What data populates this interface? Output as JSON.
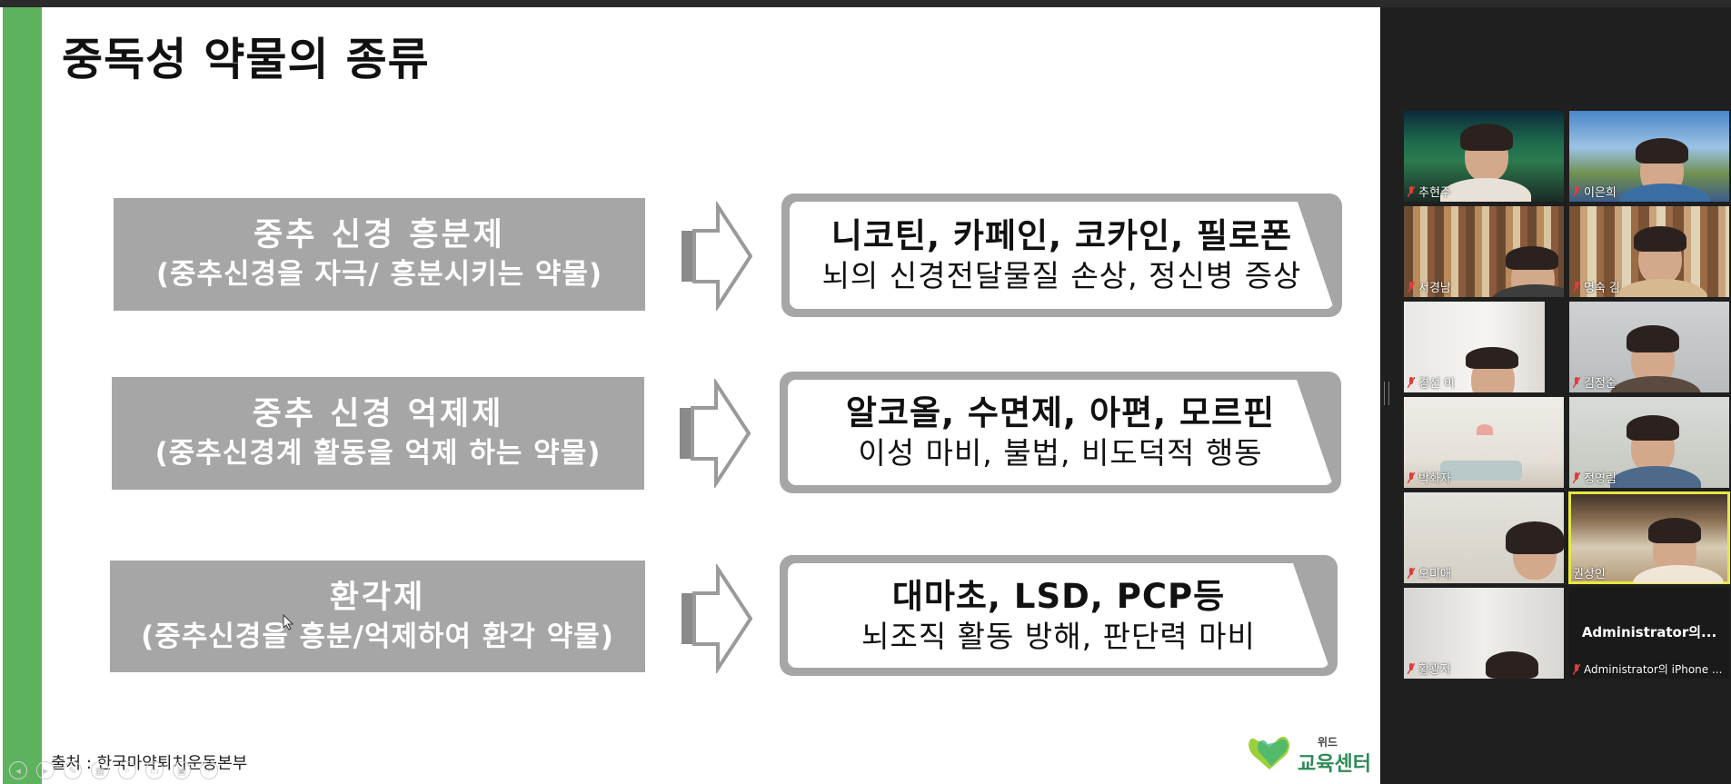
{
  "slide": {
    "title": "중독성 약물의 종류",
    "source": "출처 : 한국마약퇴치운동본부",
    "logo": {
      "small": "위드",
      "big": "교육센터"
    },
    "rows": [
      {
        "category_line1": "중추 신경 흥분제",
        "category_line2": "(중추신경을 자극/ 흥분시키는 약물)",
        "result_line1": "니코틴, 카페인, 코카인, 필로폰",
        "result_line2": "뇌의 신경전달물질 손상, 정신병 증상"
      },
      {
        "category_line1": "중추 신경 억제제",
        "category_line2": "(중추신경계 활동을 억제 하는 약물)",
        "result_line1": "알코올, 수면제, 아편, 모르핀",
        "result_line2": "이성 마비, 불법, 비도덕적 행동"
      },
      {
        "category_line1": "환각제",
        "category_line2": "(중추신경을 흥분/억제하여 환각 약물)",
        "result_line1": "대마초, LSD, PCP등",
        "result_line2": "뇌조직 활동 방해, 판단력 마비"
      }
    ]
  },
  "colors": {
    "accent_green": "#5db35d",
    "box_gray": "#a6a6a6",
    "active_speaker": "#e8e73f",
    "muted_mic": "#e23b3b"
  },
  "participants": [
    {
      "name": "추현주",
      "muted": true
    },
    {
      "name": "이은희",
      "muted": true
    },
    {
      "name": "서경남",
      "muted": true
    },
    {
      "name": "명숙 김",
      "muted": true
    },
    {
      "name": "경선 이",
      "muted": true
    },
    {
      "name": "김정순",
      "muted": true
    },
    {
      "name": "박화자",
      "muted": true
    },
    {
      "name": "정영림",
      "muted": true
    },
    {
      "name": "오미애",
      "muted": true
    },
    {
      "name": "권상인",
      "muted": false,
      "active": true
    },
    {
      "name": "황광자",
      "muted": true
    },
    {
      "name": "Administrator의 iPhone ...",
      "title": "Administrator의...",
      "muted": true
    }
  ]
}
